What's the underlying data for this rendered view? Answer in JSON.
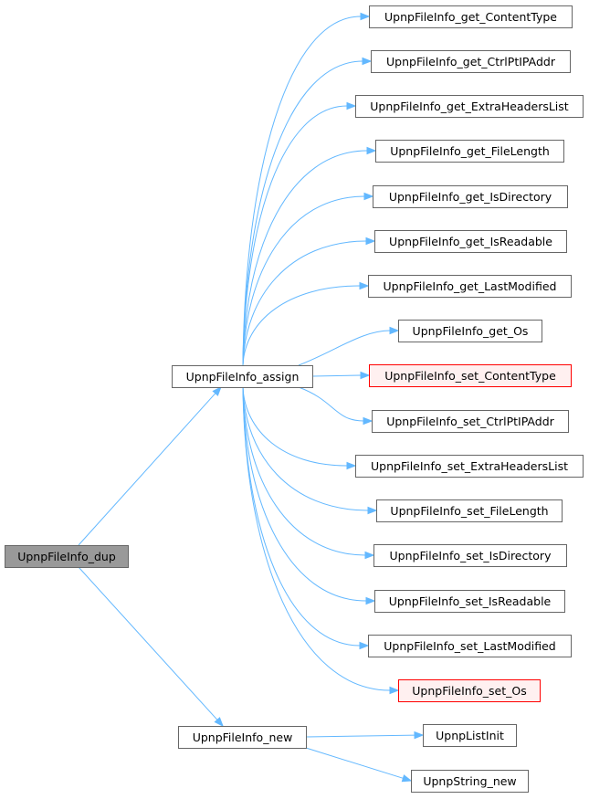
{
  "colors": {
    "edge": "#63b8ff",
    "node_border": "#666666",
    "node_fill": "#ffffff",
    "root_fill": "#999999",
    "root_border": "#666666",
    "warn_fill": "#fff0f0",
    "warn_border": "#ff0000"
  },
  "nodes": {
    "dup": {
      "label": "UpnpFileInfo_dup",
      "style": "root"
    },
    "assign": {
      "label": "UpnpFileInfo_assign",
      "style": "normal"
    },
    "new": {
      "label": "UpnpFileInfo_new",
      "style": "normal"
    },
    "get_contenttype": {
      "label": "UpnpFileInfo_get_ContentType",
      "style": "normal"
    },
    "get_ctrlptipaddr": {
      "label": "UpnpFileInfo_get_CtrlPtIPAddr",
      "style": "normal"
    },
    "get_extraheaderslist": {
      "label": "UpnpFileInfo_get_ExtraHeadersList",
      "style": "normal"
    },
    "get_filelength": {
      "label": "UpnpFileInfo_get_FileLength",
      "style": "normal"
    },
    "get_isdirectory": {
      "label": "UpnpFileInfo_get_IsDirectory",
      "style": "normal"
    },
    "get_isreadable": {
      "label": "UpnpFileInfo_get_IsReadable",
      "style": "normal"
    },
    "get_lastmodified": {
      "label": "UpnpFileInfo_get_LastModified",
      "style": "normal"
    },
    "get_os": {
      "label": "UpnpFileInfo_get_Os",
      "style": "normal"
    },
    "set_contenttype": {
      "label": "UpnpFileInfo_set_ContentType",
      "style": "warn"
    },
    "set_ctrlptipaddr": {
      "label": "UpnpFileInfo_set_CtrlPtIPAddr",
      "style": "normal"
    },
    "set_extraheaderslist": {
      "label": "UpnpFileInfo_set_ExtraHeadersList",
      "style": "normal"
    },
    "set_filelength": {
      "label": "UpnpFileInfo_set_FileLength",
      "style": "normal"
    },
    "set_isdirectory": {
      "label": "UpnpFileInfo_set_IsDirectory",
      "style": "normal"
    },
    "set_isreadable": {
      "label": "UpnpFileInfo_set_IsReadable",
      "style": "normal"
    },
    "set_lastmodified": {
      "label": "UpnpFileInfo_set_LastModified",
      "style": "normal"
    },
    "set_os": {
      "label": "UpnpFileInfo_set_Os",
      "style": "warn"
    },
    "listinit": {
      "label": "UpnpListInit",
      "style": "normal"
    },
    "string_new": {
      "label": "UpnpString_new",
      "style": "normal"
    }
  },
  "edges": [
    {
      "from": "dup",
      "to": "assign"
    },
    {
      "from": "dup",
      "to": "new"
    },
    {
      "from": "assign",
      "to": "get_contenttype"
    },
    {
      "from": "assign",
      "to": "get_ctrlptipaddr"
    },
    {
      "from": "assign",
      "to": "get_extraheaderslist"
    },
    {
      "from": "assign",
      "to": "get_filelength"
    },
    {
      "from": "assign",
      "to": "get_isdirectory"
    },
    {
      "from": "assign",
      "to": "get_isreadable"
    },
    {
      "from": "assign",
      "to": "get_lastmodified"
    },
    {
      "from": "assign",
      "to": "get_os"
    },
    {
      "from": "assign",
      "to": "set_contenttype"
    },
    {
      "from": "assign",
      "to": "set_ctrlptipaddr"
    },
    {
      "from": "assign",
      "to": "set_extraheaderslist"
    },
    {
      "from": "assign",
      "to": "set_filelength"
    },
    {
      "from": "assign",
      "to": "set_isdirectory"
    },
    {
      "from": "assign",
      "to": "set_isreadable"
    },
    {
      "from": "assign",
      "to": "set_lastmodified"
    },
    {
      "from": "assign",
      "to": "set_os"
    },
    {
      "from": "new",
      "to": "listinit"
    },
    {
      "from": "new",
      "to": "string_new"
    }
  ]
}
